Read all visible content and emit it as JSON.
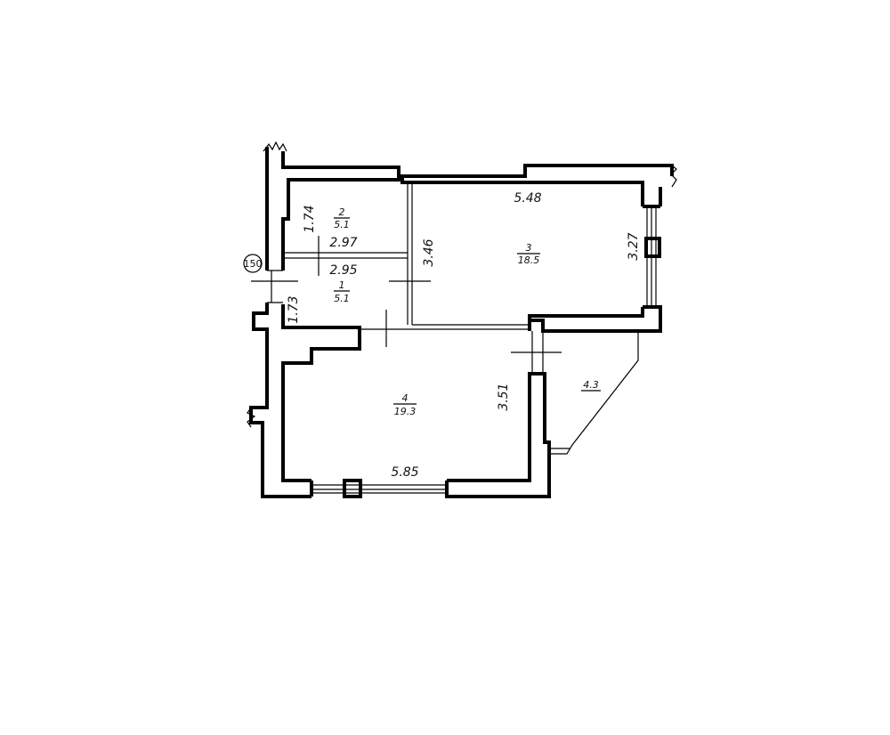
{
  "plan": {
    "apartment_marker": "150",
    "rooms": [
      {
        "number": "1",
        "area": "5.1"
      },
      {
        "number": "2",
        "area": "5.1"
      },
      {
        "number": "3",
        "area": "18.5"
      },
      {
        "number": "4",
        "area": "19.3"
      }
    ],
    "balcony": {
      "area": "4.3"
    },
    "dimensions": {
      "room2_height": "1.74",
      "room2_width": "2.97",
      "room1_width": "2.95",
      "room1_height": "1.73",
      "room3_width": "5.48",
      "room3_left_height": "3.46",
      "room3_right_height": "3.27",
      "room4_height": "3.51",
      "room4_width": "5.85"
    }
  }
}
